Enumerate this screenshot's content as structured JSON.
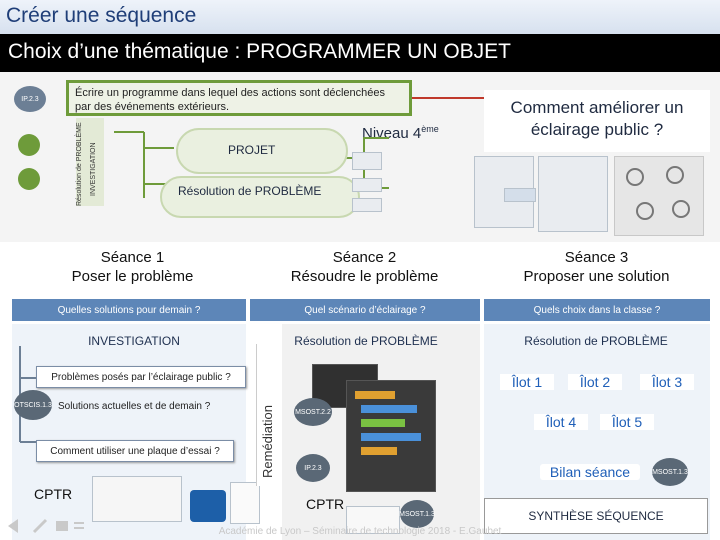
{
  "header": {
    "title": "Créer une séquence",
    "subtitle": "Choix d’une thématique : PROGRAMMER UN OBJET"
  },
  "diagram": {
    "competence_badge": "IP.2.3",
    "objective": "Écrire un programme dans lequel des actions sont déclenchées par des événements extérieurs.",
    "level": "Niveau 4",
    "level_sup": "ème",
    "question": "Comment améliorer un éclairage public ?",
    "projet_label": "PROJET",
    "resolution_label": "Résolution de PROBLÈME",
    "vertical_left_1": "Résolution de PROBLÈME",
    "vertical_left_2": "INVESTIGATION"
  },
  "seances": [
    {
      "title": "Séance 1",
      "subtitle": "Poser le problème",
      "question": "Quelles solutions pour demain ?",
      "method": "INVESTIGATION"
    },
    {
      "title": "Séance 2",
      "subtitle": "Résoudre le problème",
      "question": "Quel scénario d’éclairage ?",
      "method": "Résolution de PROBLÈME"
    },
    {
      "title": "Séance 3",
      "subtitle": "Proposer une solution",
      "question": "Quels choix dans la classe ?",
      "method": "Résolution de PROBLÈME"
    }
  ],
  "investigation": {
    "items": [
      "Problèmes posés par l’éclairage public ?",
      "Solutions actuelles et de demain ?",
      "Comment utiliser une plaque d’essai ?"
    ],
    "badge": "OTSCIS.1.3",
    "cptr": "CPTR",
    "remediation": "Remédiation"
  },
  "seance2": {
    "badge_1": "MSOST.2.2",
    "badge_2": "IP.2.3",
    "badge_3": "MSOST.1.3",
    "cptr": "CPTR"
  },
  "seance3": {
    "islands": [
      "Îlot 1",
      "Îlot 2",
      "Îlot 3",
      "Îlot 4",
      "Îlot 5"
    ],
    "bilan": "Bilan séance",
    "bilan_badge": "MSOST.1.3",
    "synthese": "SYNTHÈSE SÉQUENCE"
  },
  "footer": {
    "credit": "Académie de Lyon – Séminaire de technologie 2018 - E.Gaubet",
    "icons": [
      "arrow-left-icon",
      "pen-icon",
      "screen-icon",
      "menu-icon"
    ]
  },
  "colors": {
    "title": "#1f3e78",
    "bar": "#000000",
    "accent_blue": "#3d6ea8",
    "green": "#6e9b3a"
  }
}
